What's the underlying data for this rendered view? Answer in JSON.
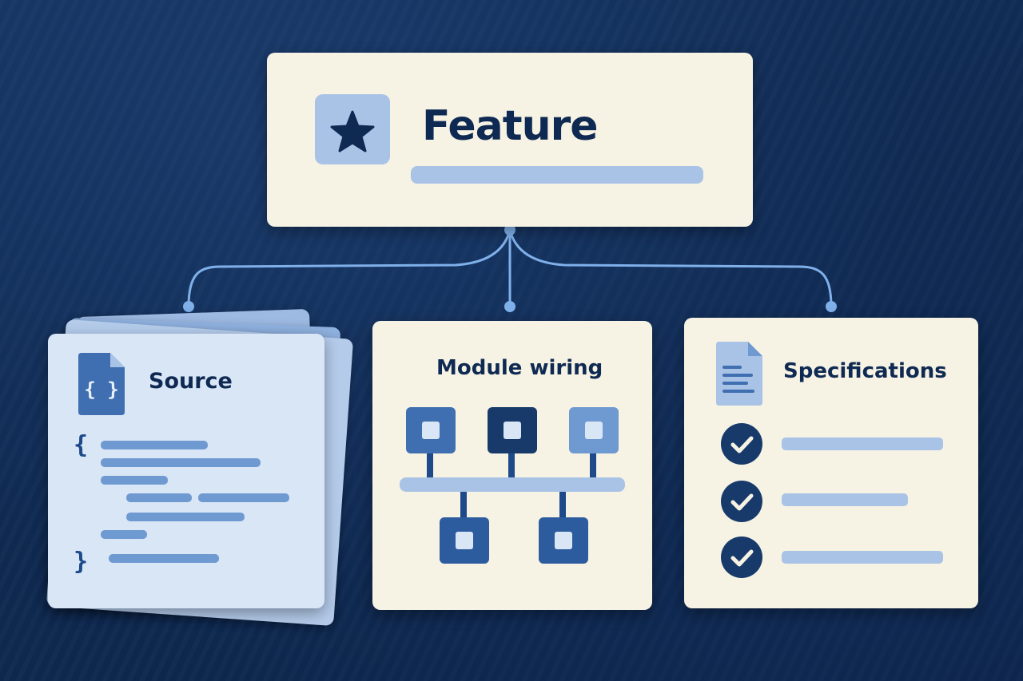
{
  "feature": {
    "title": "Feature",
    "icon": "star-icon"
  },
  "source": {
    "title": "Source",
    "icon": "code-file-icon",
    "open_brace": "{",
    "close_brace": "}"
  },
  "module": {
    "title": "Module wiring",
    "icon": "module-graph-icon"
  },
  "specifications": {
    "title": "Specifications",
    "icon": "document-icon",
    "items": [
      "check-icon",
      "check-icon",
      "check-icon"
    ]
  },
  "colors": {
    "background": "#0f2a52",
    "card": "#f6f2e4",
    "accent_light": "#a9c3e6",
    "accent_mid": "#6f9ad1",
    "accent_dark": "#173a6b",
    "connector": "#7fb0ea"
  }
}
